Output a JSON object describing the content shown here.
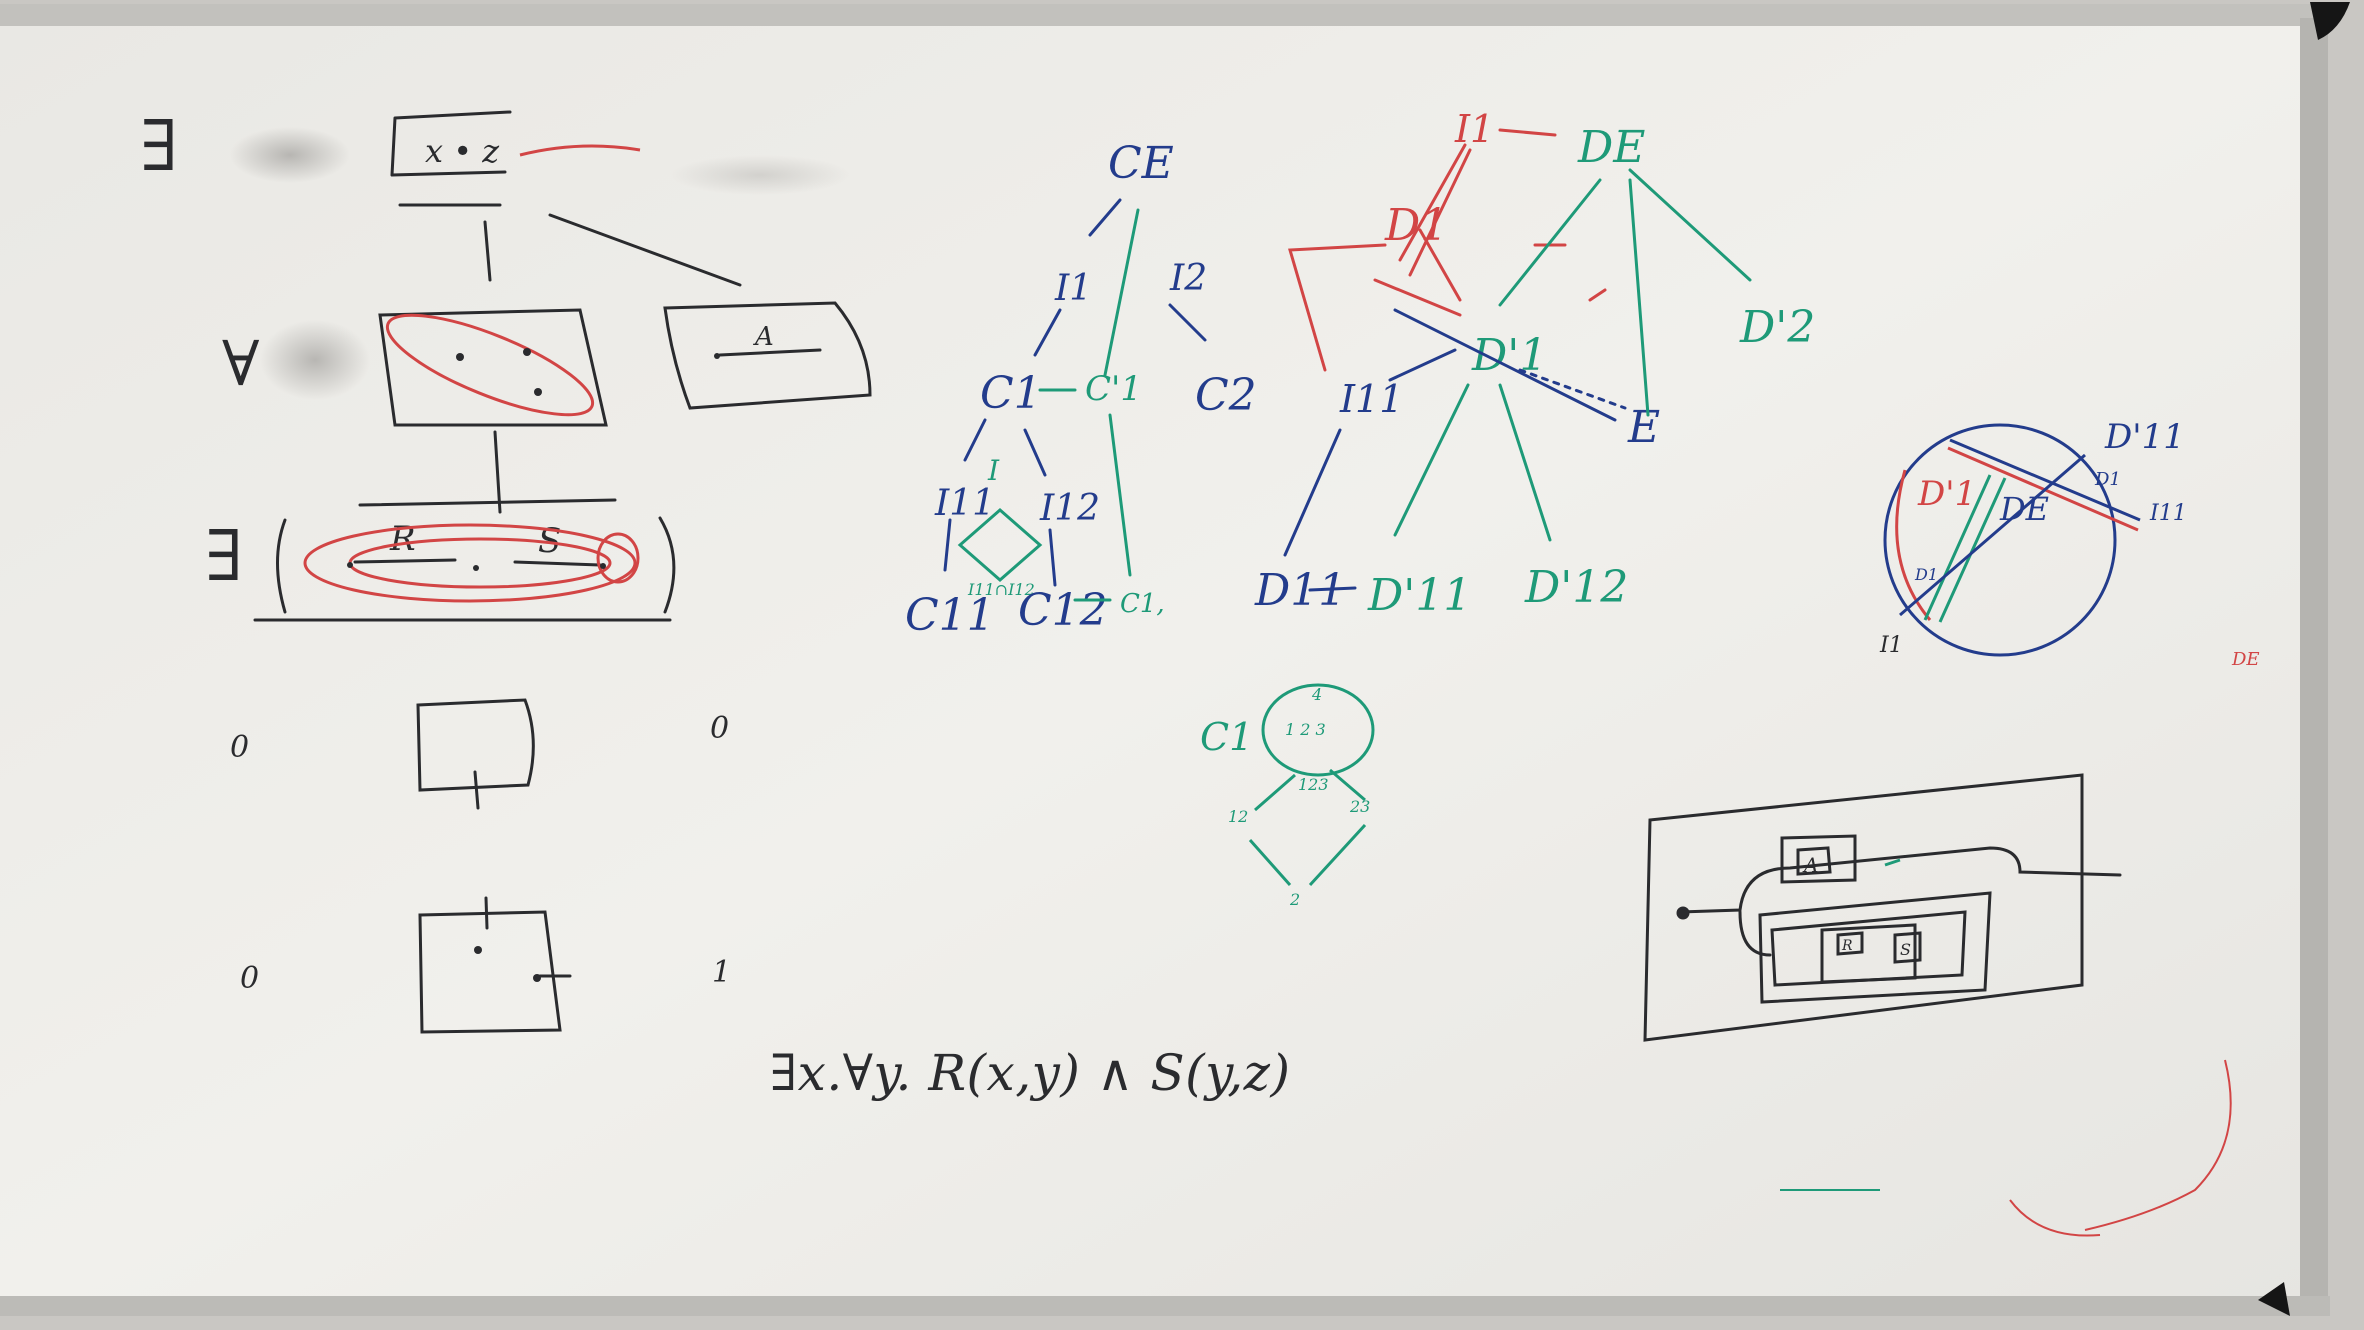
{
  "colors": {
    "ink_black": "#2a2b2e",
    "ink_blue": "#233c8c",
    "ink_green": "#1e9a78",
    "ink_red": "#d24545",
    "board": "#efeeea",
    "frame": "#b7b7b4"
  },
  "left_diagram": {
    "quantifiers": [
      "∃",
      "∀",
      "∃"
    ],
    "top_box_text": "x • z",
    "a_box_text": "A",
    "bottom_box_labels": [
      "R",
      "S"
    ],
    "side_numbers": [
      "0",
      "0",
      "0",
      "1"
    ]
  },
  "formula": "∃x.∀y. R(x,y) ∧ S(y,z)",
  "tree_c": {
    "root": "CE",
    "edge_labels": [
      "I1",
      "I2"
    ],
    "level1": [
      "C1",
      "C'1",
      "C2"
    ],
    "level2": [
      "I11",
      "I",
      "I12"
    ],
    "level3": [
      "C11",
      "C12",
      "C1,"
    ],
    "mid_label": "I11∩I12"
  },
  "tree_d": {
    "top": [
      "I1",
      "DE"
    ],
    "level1": [
      "D1",
      "D'1",
      "D'2"
    ],
    "middle": [
      "I11",
      "E"
    ],
    "bottom": [
      "D11",
      "D'11",
      "D'12"
    ]
  },
  "lattice": {
    "label": "C1",
    "nodes": [
      "4",
      "1 2 3",
      "123",
      "12",
      "23",
      "2"
    ]
  },
  "circle_diagram": {
    "labels": [
      "D'11",
      "D'1",
      "D1",
      "DE",
      "I11",
      "D1",
      "I1"
    ]
  },
  "right_edge_label": "DE"
}
